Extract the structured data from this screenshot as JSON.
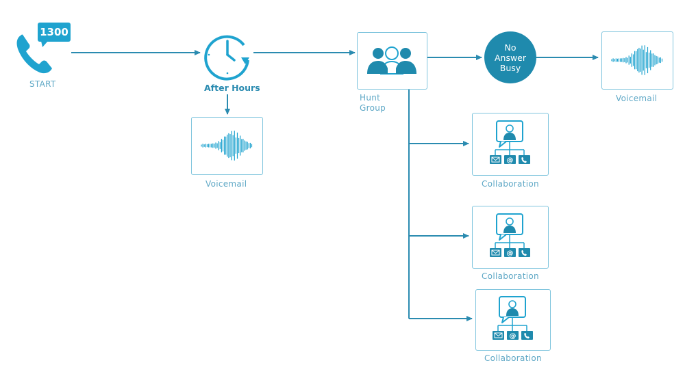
{
  "colors": {
    "accent": "#1fa3cf",
    "line": "#2a8bb0",
    "node_fill": "#1f8aad",
    "box_border": "#7ec4dd",
    "label": "#5fa8c6"
  },
  "nodes": {
    "start": {
      "label": "START",
      "badge": "1300",
      "icon": "phone-icon"
    },
    "after_hours": {
      "label": "After Hours",
      "icon": "clock-icon"
    },
    "voicemail_after_hours": {
      "label": "Voicemail",
      "icon": "waveform-icon"
    },
    "hunt_group": {
      "label_line1": "Hunt",
      "label_line2": "Group",
      "icon": "group-icon"
    },
    "no_answer_busy": {
      "line1": "No",
      "line2": "Answer",
      "line3": "Busy"
    },
    "voicemail_end": {
      "label": "Voicemail",
      "icon": "waveform-icon"
    },
    "collaboration": [
      {
        "label": "Collaboration",
        "icon": "collaboration-icon"
      },
      {
        "label": "Collaboration",
        "icon": "collaboration-icon"
      },
      {
        "label": "Collaboration",
        "icon": "collaboration-icon"
      }
    ]
  }
}
